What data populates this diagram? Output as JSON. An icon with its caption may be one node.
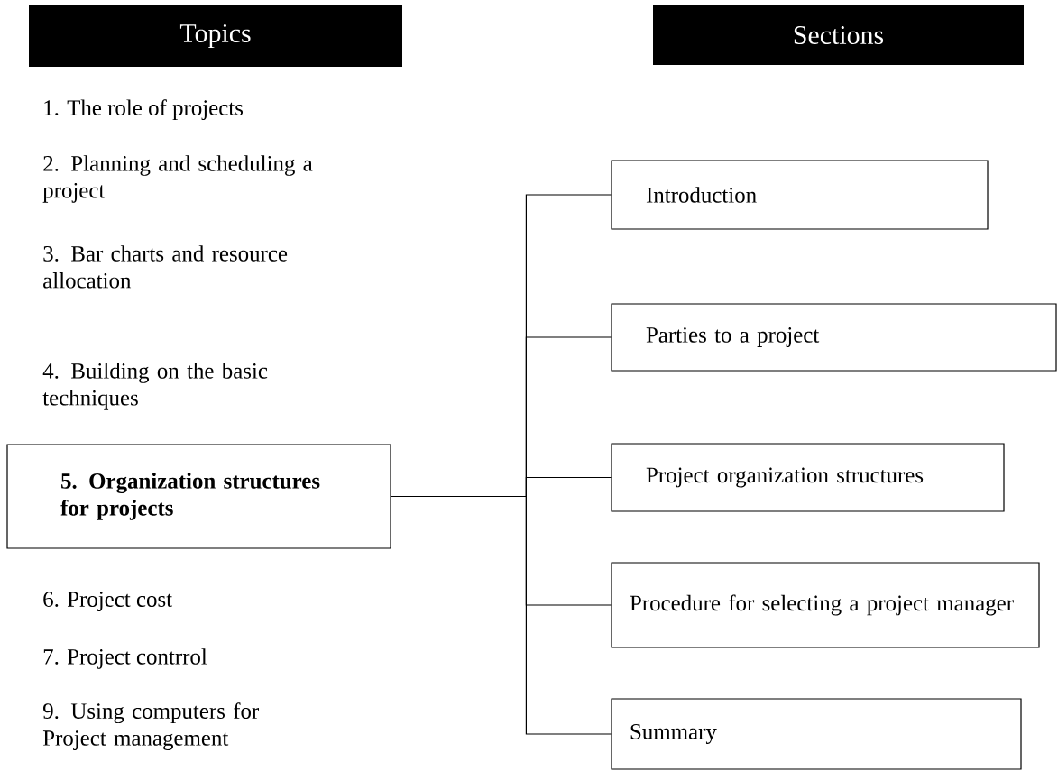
{
  "diagram": {
    "nodes": [
      {
        "text": [
          "Topics"
        ]
      },
      {
        "text": [
          "Sections"
        ]
      },
      {
        "text": [
          "5. Organization structures for projects"
        ]
      },
      {
        "text": [
          "Introduction"
        ]
      },
      {
        "text": [
          "Parties to a project"
        ]
      },
      {
        "text": [
          "Project organization structures"
        ]
      },
      {
        "text": [
          "Procedure for selecting a project manager"
        ]
      },
      {
        "text": [
          "Summary"
        ]
      }
    ],
    "edges": [
      {
        "from": 2,
        "to": 3,
        "arrow": "none"
      },
      {
        "from": 2,
        "to": 4,
        "arrow": "none"
      },
      {
        "from": 2,
        "to": 5,
        "arrow": "none"
      },
      {
        "from": 2,
        "to": 6,
        "arrow": "none"
      },
      {
        "from": 2,
        "to": 7,
        "arrow": "none"
      }
    ],
    "labels": [
      "1. The role of projects",
      "2. Planning and scheduling a project",
      "3. Bar charts and resource allocation",
      "4. Building on the basic techniques",
      "6. Project cost",
      "7. Project contrrol",
      "9. Using computers for Project management"
    ]
  }
}
